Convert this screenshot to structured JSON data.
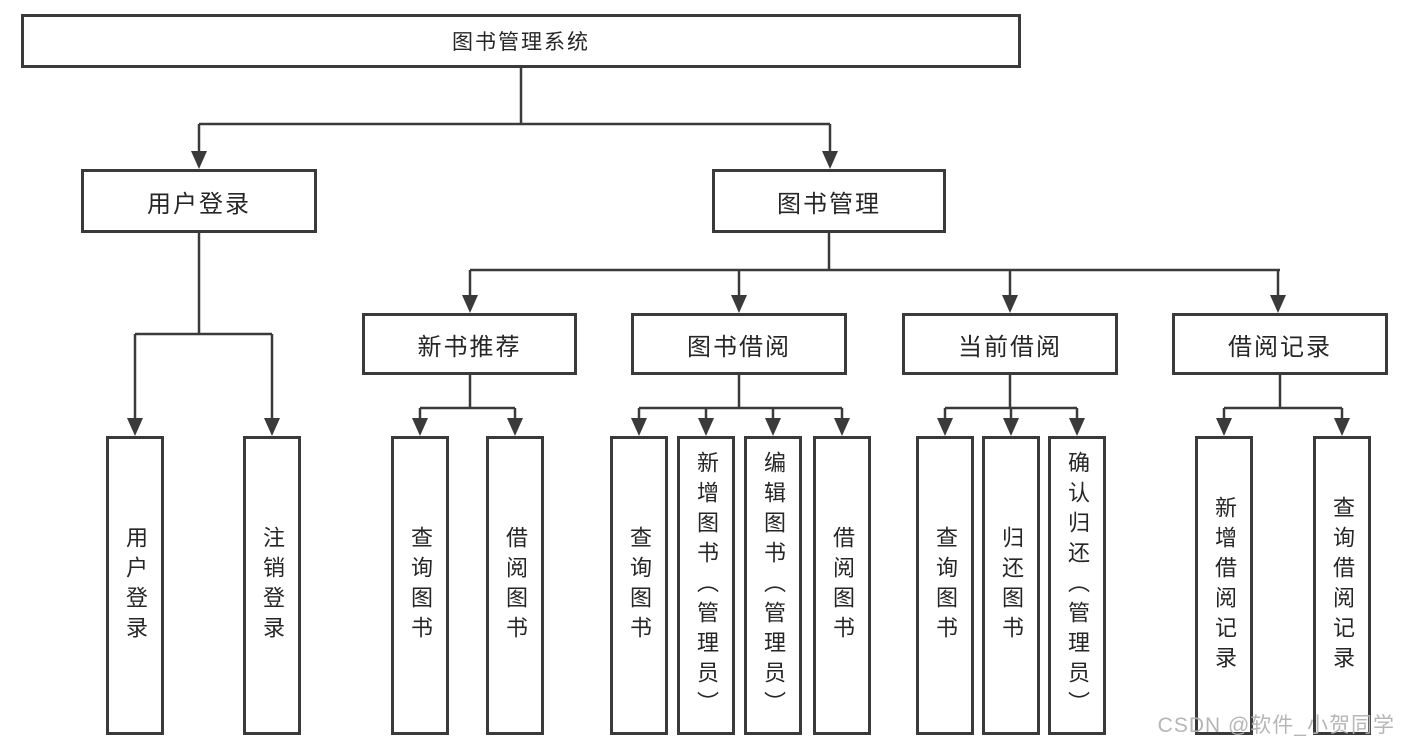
{
  "diagram": {
    "title": "图书管理系统",
    "nodes": {
      "root": "图书管理系统",
      "user_login": "用户登录",
      "book_mgmt": "图书管理",
      "new_book_rec": "新书推荐",
      "book_borrow": "图书借阅",
      "current_borrow": "当前借阅",
      "borrow_record": "借阅记录",
      "leaf_user_login": "用户登录",
      "leaf_logout": "注销登录",
      "leaf_query_book_rec": "查询图书",
      "leaf_borrow_book_rec": "借阅图书",
      "leaf_query_book_borrow": "查询图书",
      "leaf_add_book": "新增图书（管理员）",
      "leaf_edit_book": "编辑图书（管理员）",
      "leaf_borrow_book_borrow": "借阅图书",
      "leaf_query_book_current": "查询图书",
      "leaf_return_book": "归还图书",
      "leaf_confirm_return": "确认归还（管理员）",
      "leaf_add_record": "新增借阅记录",
      "leaf_query_record": "查询借阅记录"
    },
    "hierarchy": {
      "图书管理系统": {
        "用户登录": [
          "用户登录",
          "注销登录"
        ],
        "图书管理": {
          "新书推荐": [
            "查询图书",
            "借阅图书"
          ],
          "图书借阅": [
            "查询图书",
            "新增图书（管理员）",
            "编辑图书（管理员）",
            "借阅图书"
          ],
          "当前借阅": [
            "查询图书",
            "归还图书",
            "确认归还（管理员）"
          ],
          "借阅记录": [
            "新增借阅记录",
            "查询借阅记录"
          ]
        }
      }
    },
    "watermark": "CSDN @软件_小贺同学",
    "colors": {
      "line": "#3a3a3a",
      "text": "#262626",
      "background": "#ffffff",
      "watermark": "#b2b2b2"
    }
  }
}
